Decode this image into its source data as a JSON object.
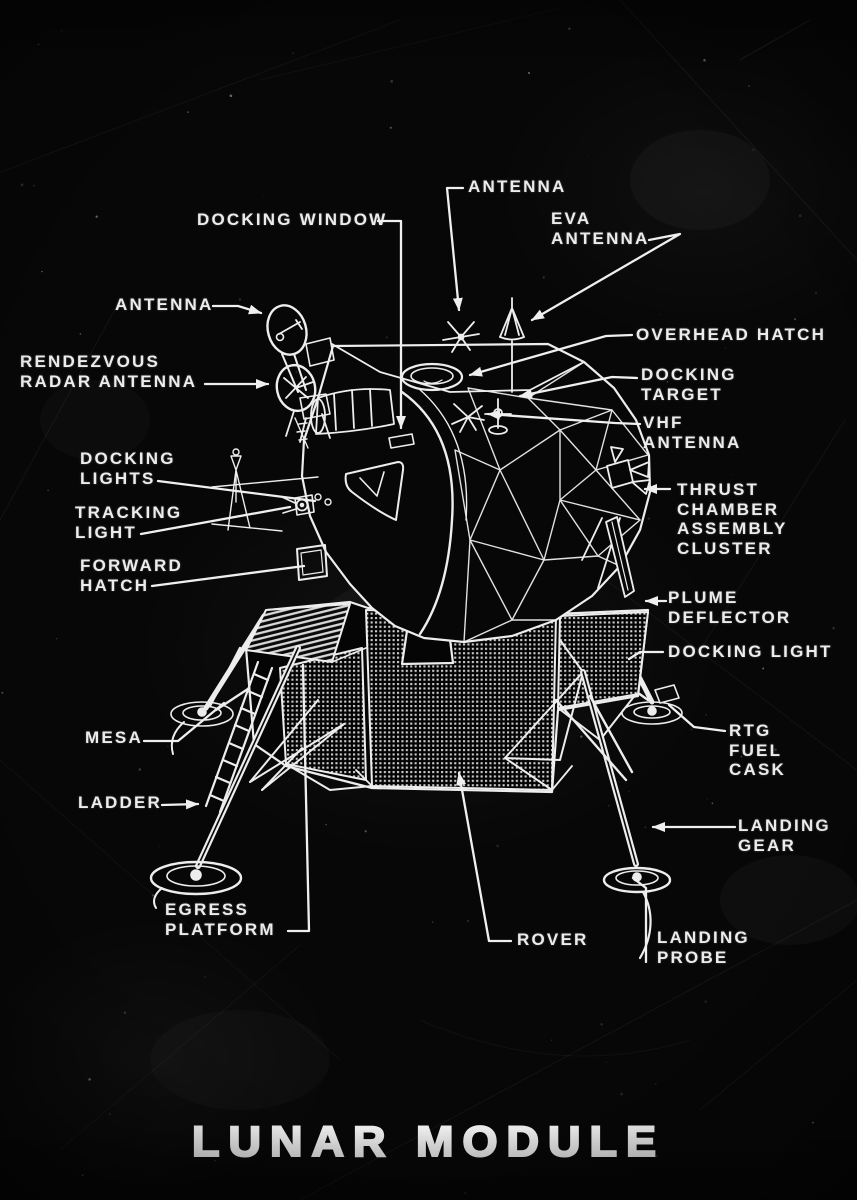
{
  "poster": {
    "title": "LUNAR MODULE"
  },
  "colors": {
    "background": "#070707",
    "line": "#ededed",
    "text": "#ececec"
  },
  "figure": {
    "icon": "lunar-module-line-drawing"
  },
  "labels": {
    "antenna_top": "ANTENNA",
    "docking_window": "DOCKING WINDOW",
    "eva_antenna": "EVA\nANTENNA",
    "overhead_hatch": "OVERHEAD HATCH",
    "docking_target": "DOCKING\nTARGET",
    "vhf_antenna": "VHF\nANTENNA",
    "antenna_left": "ANTENNA",
    "rendezvous_radar": "RENDEZVOUS\nRADAR ANTENNA",
    "docking_lights": "DOCKING\nLIGHTS",
    "tracking_light": "TRACKING\nLIGHT",
    "forward_hatch": "FORWARD\nHATCH",
    "thrust_chamber": "THRUST\nCHAMBER\nASSEMBLY\nCLUSTER",
    "plume_deflector": "PLUME\nDEFLECTOR",
    "docking_light": "DOCKING LIGHT",
    "mesa": "MESA",
    "ladder": "LADDER",
    "egress_platform": "EGRESS\nPLATFORM",
    "rtg_fuel_cask": "RTG\nFUEL\nCASK",
    "landing_gear": "LANDING\nGEAR",
    "rover": "ROVER",
    "landing_probe": "LANDING\nPROBE"
  }
}
